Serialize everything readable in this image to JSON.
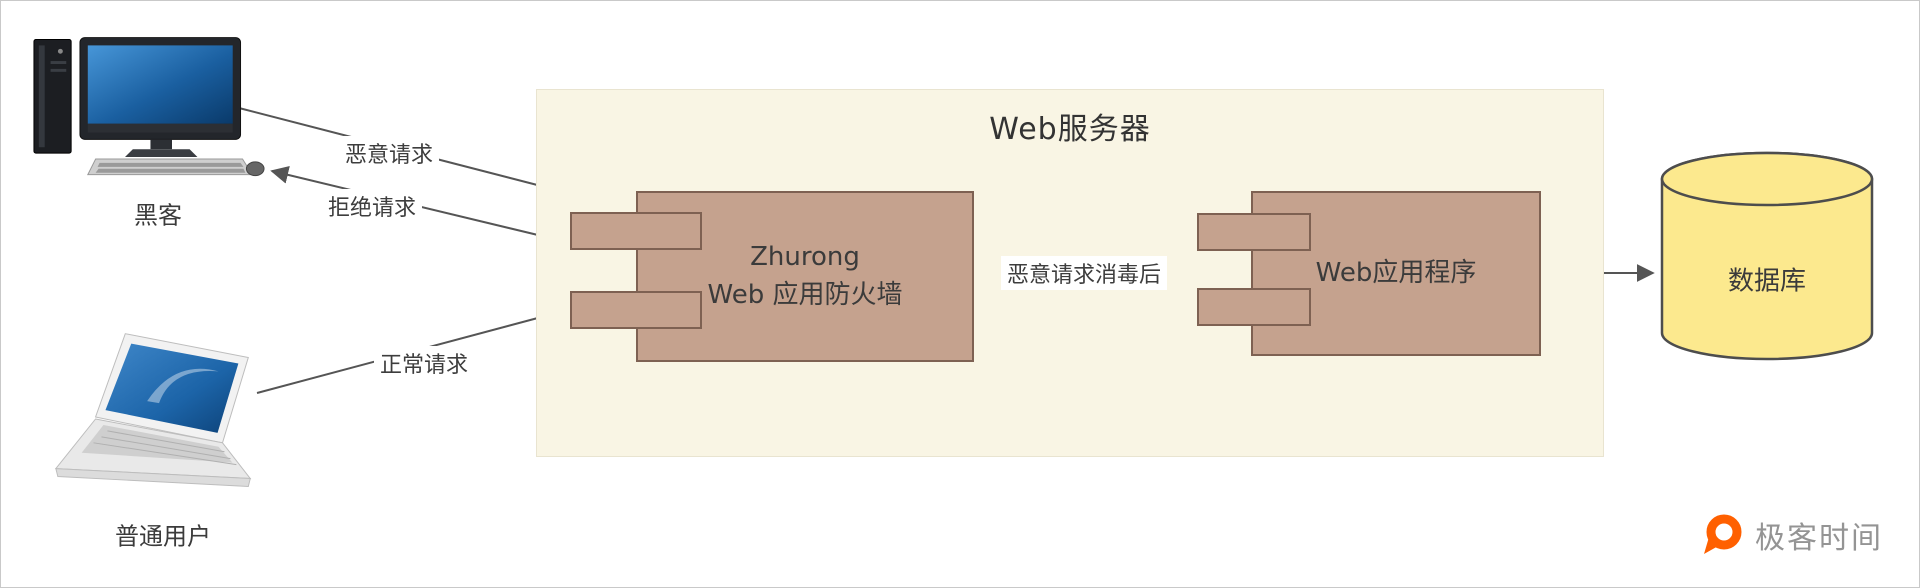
{
  "colors": {
    "server_bg": "#f9f5e4",
    "component_fill": "#c5a28e",
    "component_border": "#7e6152",
    "database_fill": "#fce98e",
    "database_border": "#4d4d4d",
    "arrow": "#555555",
    "text": "#3d3d3d",
    "logo_accent": "#ff6000",
    "logo_text_color": "#949494"
  },
  "icons": {
    "hacker": "desktop-computer-icon",
    "user": "laptop-icon",
    "database": "cylinder-icon",
    "logo": "geektime-q-icon"
  },
  "server": {
    "title": "Web服务器"
  },
  "components": {
    "waf": {
      "line1": "Zhurong",
      "line2": "Web 应用防火墙"
    },
    "webapp": {
      "label": "Web应用程序"
    }
  },
  "database": {
    "label": "数据库"
  },
  "actors": {
    "hacker": {
      "label": "黑客"
    },
    "user": {
      "label": "普通用户"
    }
  },
  "edges": {
    "malicious": {
      "label": "恶意请求"
    },
    "reject": {
      "label": "拒绝请求"
    },
    "normal": {
      "label": "正常请求"
    },
    "sanitized": {
      "label": "恶意请求消毒后"
    }
  },
  "logo": {
    "text": "极客时间"
  }
}
